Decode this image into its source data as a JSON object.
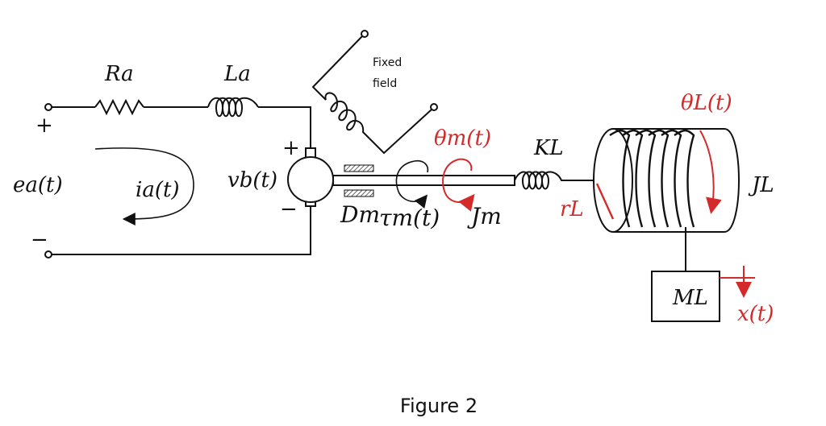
{
  "colors": {
    "ink": "#111111",
    "accent": "#d42a2a",
    "hatch": "#666666"
  },
  "labels": {
    "Ra": "Ra",
    "La": "La",
    "fixed_field_line1": "Fixed",
    "fixed_field_line2": "field",
    "plus": "+",
    "minus": "−",
    "ea": "ea(t)",
    "ia": "ia(t)",
    "vb": "vb(t)",
    "motor_plus": "+",
    "motor_minus": "−",
    "Dm": "Dm",
    "tau_m": "τm(t)",
    "theta_m": "θm(t)",
    "Jm": "Jm",
    "KL": "KL",
    "rL": "rL",
    "theta_L": "θL(t)",
    "JL": "JL",
    "ML": "ML",
    "x": "x(t)"
  },
  "caption": "Figure 2"
}
